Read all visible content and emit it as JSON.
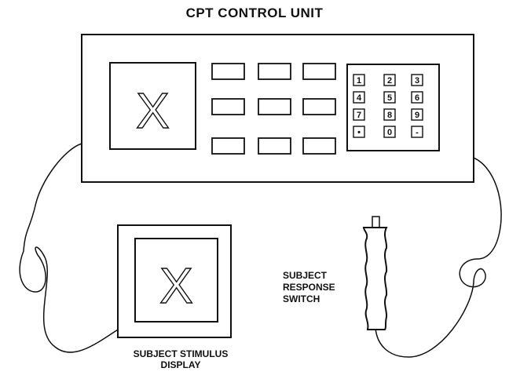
{
  "title": "CPT CONTROL UNIT",
  "control_unit": {
    "display_symbol": "X",
    "keypad_keys": [
      "1",
      "2",
      "3",
      "4",
      "5",
      "6",
      "7",
      "8",
      "9",
      "•",
      "0",
      "-"
    ]
  },
  "stimulus_display": {
    "symbol": "X",
    "label_line1": "SUBJECT STIMULUS",
    "label_line2": "DISPLAY"
  },
  "response_switch": {
    "label_line1": "SUBJECT",
    "label_line2": "RESPONSE",
    "label_line3": "SWITCH"
  }
}
